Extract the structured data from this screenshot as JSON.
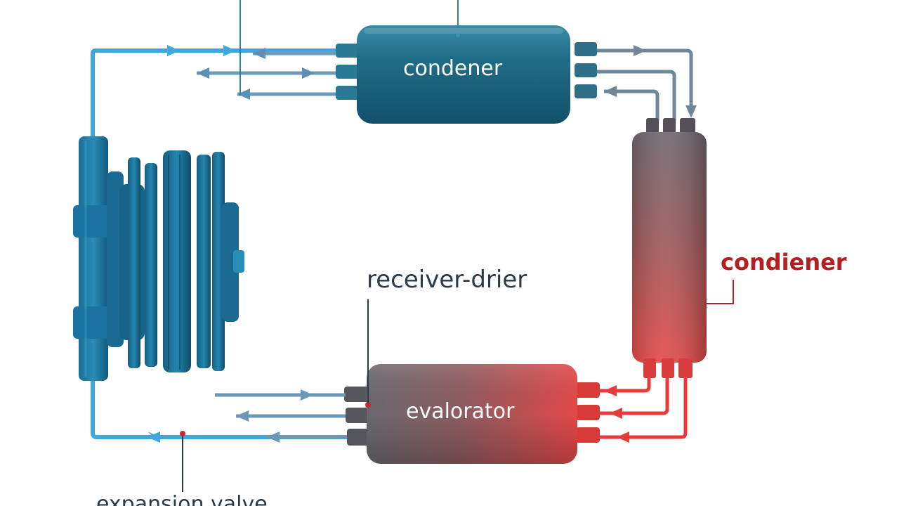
{
  "labels": {
    "condenser": "condener",
    "evaporator": "evalorator",
    "receiver_drier": "receiver-drier",
    "condiener": "condiener",
    "expansion_valve": "expansion valve"
  },
  "colors": {
    "cool_line": "#3ea8dc",
    "cool_arrow": "#6c98b8",
    "hot_line": "#e83a3a",
    "condenser_body": "#1f6c86",
    "compressor": "#1d7aa3",
    "receiver_top": "#6e6870",
    "receiver_bottom": "#e44a48",
    "evaporator_left": "#6a6a70",
    "evaporator_right": "#e44848",
    "label_red": "#b41f22",
    "label_dark": "#2a3a48",
    "marker_red": "#cc2233"
  }
}
